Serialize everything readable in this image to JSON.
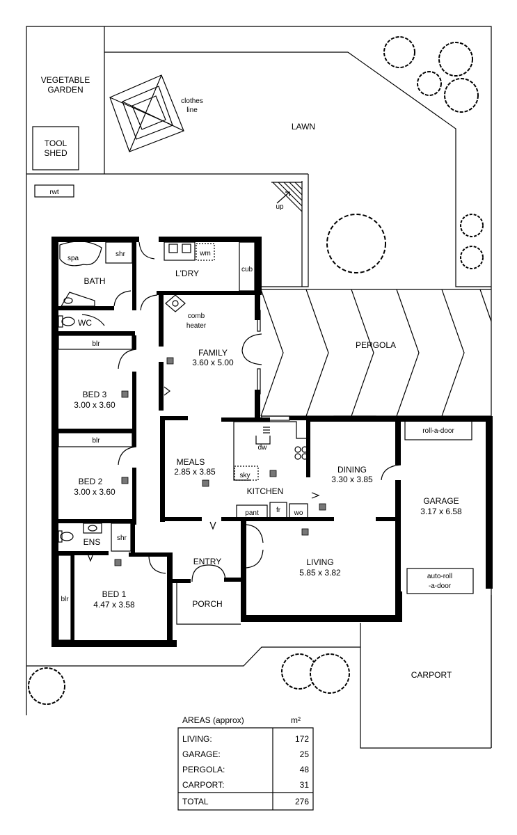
{
  "rooms": {
    "vegetable_garden": [
      "VEGETABLE",
      "GARDEN"
    ],
    "tool_shed": [
      "TOOL",
      "SHED"
    ],
    "clothes_line": [
      "clothes",
      "line"
    ],
    "lawn": "LAWN",
    "rwt": "rwt",
    "up": "up",
    "spa": "spa",
    "shr": "shr",
    "wm": "wm",
    "cub": "cub",
    "bath": "BATH",
    "laundry": "L'DRY",
    "wc": "WC",
    "comb_heater": [
      "comb",
      "heater"
    ],
    "family": {
      "name": "FAMILY",
      "dims": "3.60 x 5.00"
    },
    "pergola": "PERGOLA",
    "blr": "blr",
    "bed3": {
      "name": "BED 3",
      "dims": "3.00 x 3.60"
    },
    "bed2": {
      "name": "BED 2",
      "dims": "3.00 x 3.60"
    },
    "meals": {
      "name": "MEALS",
      "dims": "2.85 x 3.85"
    },
    "dw": "dw",
    "sky": "sky",
    "kitchen": "KITCHEN",
    "pant": "pant",
    "fr": "fr",
    "wo": "wo",
    "dining": {
      "name": "DINING",
      "dims": "3.30 x 3.85"
    },
    "roll_a_door": "roll-a-door",
    "garage": {
      "name": "GARAGE",
      "dims": "3.17 x 6.58"
    },
    "auto_roll_a_door": [
      "auto-roll",
      "-a-door"
    ],
    "ens": "ENS",
    "ens_shr": "shr",
    "entry": "ENTRY",
    "living": {
      "name": "LIVING",
      "dims": "5.85 x 3.82"
    },
    "bed1": {
      "name": "BED 1",
      "dims": "4.47 x 3.58"
    },
    "bed1_blr": "blr",
    "porch": "PORCH",
    "carport": "CARPORT"
  },
  "areas_table": {
    "title": "AREAS (approx)",
    "unit": "m²",
    "rows": [
      {
        "label": "LIVING:",
        "value": "172"
      },
      {
        "label": "GARAGE:",
        "value": "25"
      },
      {
        "label": "PERGOLA:",
        "value": "48"
      },
      {
        "label": "CARPORT:",
        "value": "31"
      }
    ],
    "total_label": "TOTAL",
    "total_value": "276"
  }
}
